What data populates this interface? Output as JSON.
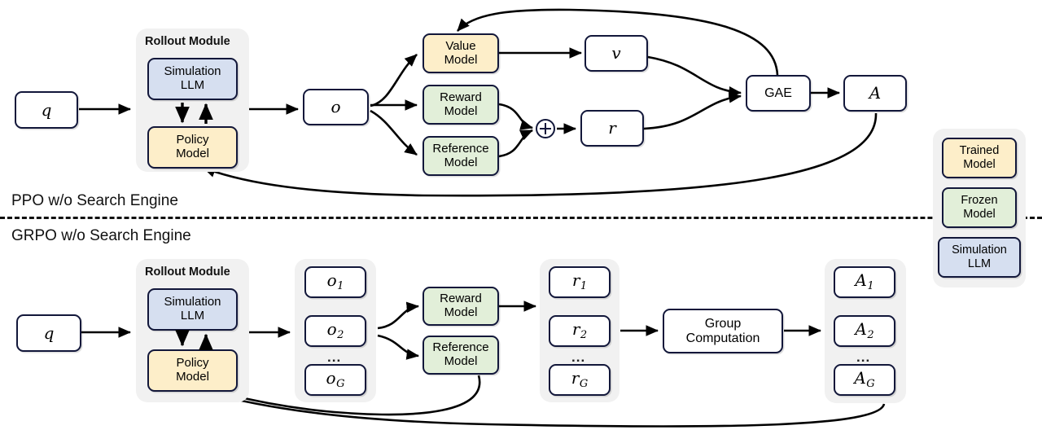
{
  "figure": {
    "sections": [
      {
        "id": "ppo",
        "caption": "PPO w/o Search Engine"
      },
      {
        "id": "grpo",
        "caption": "GRPO w/o Search Engine"
      }
    ]
  },
  "colors": {
    "trained_model": "#fdeec9",
    "frozen_model": "#e2efd9",
    "simulation_llm": "#d6dff0",
    "panel_gray": "#f1f1f1",
    "stroke": "#12173a",
    "background": "#ffffff"
  },
  "ppo": {
    "query": "q",
    "rollout": {
      "title": "Rollout Module",
      "simulation": {
        "line1": "Simulation",
        "line2": "LLM"
      },
      "policy": {
        "line1": "Policy",
        "line2": "Model"
      }
    },
    "output": "o",
    "value_model": {
      "line1": "Value",
      "line2": "Model"
    },
    "reward_model": {
      "line1": "Reward",
      "line2": "Model"
    },
    "reference_model": {
      "line1": "Reference",
      "line2": "Model"
    },
    "plus_operator": "oplus-icon",
    "value": "v",
    "reward": "r",
    "gae": "GAE",
    "advantage": "A"
  },
  "grpo": {
    "query": "q",
    "rollout": {
      "title": "Rollout Module",
      "simulation": {
        "line1": "Simulation",
        "line2": "LLM"
      },
      "policy": {
        "line1": "Policy",
        "line2": "Model"
      }
    },
    "outputs": {
      "first": "o",
      "first_sub": "1",
      "second": "o",
      "second_sub": "2",
      "ellipsis": "...",
      "last": "o",
      "last_sub": "G"
    },
    "reward_model": {
      "line1": "Reward",
      "line2": "Model"
    },
    "reference_model": {
      "line1": "Reference",
      "line2": "Model"
    },
    "rewards": {
      "first": "r",
      "first_sub": "1",
      "second": "r",
      "second_sub": "2",
      "ellipsis": "...",
      "last": "r",
      "last_sub": "G"
    },
    "group_computation": {
      "line1": "Group",
      "line2": "Computation"
    },
    "advantages": {
      "first": "A",
      "first_sub": "1",
      "second": "A",
      "second_sub": "2",
      "ellipsis": "...",
      "last": "A",
      "last_sub": "G"
    }
  },
  "legend": {
    "trained": {
      "line1": "Trained",
      "line2": "Model"
    },
    "frozen": {
      "line1": "Frozen",
      "line2": "Model"
    },
    "simulation": {
      "line1": "Simulation",
      "line2": "LLM"
    }
  }
}
